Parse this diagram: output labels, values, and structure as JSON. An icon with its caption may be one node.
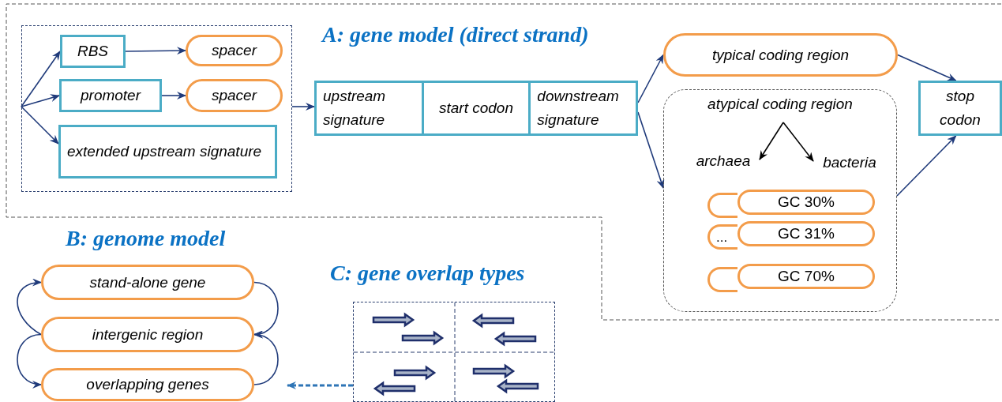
{
  "diagram": {
    "nodes": [
      {
        "text": [],
        "shape": "box"
      },
      {
        "text": [
          "RBS"
        ],
        "in": 0
      },
      {
        "text": [
          "spacer"
        ],
        "in": 0
      },
      {
        "text": [
          "promoter"
        ],
        "in": 0
      },
      {
        "text": [
          "spacer"
        ],
        "in": 0
      },
      {
        "text": [
          "extended upstream signature"
        ],
        "in": 0
      },
      {
        "text": [
          "upstream signature",
          "start codon",
          "downstream signature"
        ]
      },
      {
        "text": [
          "typical coding region"
        ]
      },
      {
        "text": [
          "atypical coding region"
        ]
      },
      {
        "text": [
          "archaea"
        ],
        "in": 8
      },
      {
        "text": [
          "bacteria"
        ],
        "in": 8
      },
      {
        "text": [],
        "shape": "box",
        "in": 8
      },
      {
        "text": [
          "GC 30%"
        ],
        "in": 8
      },
      {
        "text": [
          "..."
        ],
        "in": 8
      },
      {
        "text": [
          "GC 31%"
        ],
        "in": 8
      },
      {
        "text": [],
        "shape": "box",
        "in": 8
      },
      {
        "text": [
          "GC 70%"
        ],
        "in": 8
      },
      {
        "text": [
          "stop codon"
        ]
      },
      {
        "text": [
          "stand-alone gene"
        ]
      },
      {
        "text": [
          "intergenic region"
        ]
      },
      {
        "text": [
          "overlapping genes"
        ]
      },
      {
        "text": [],
        "shape": "box",
        "beside": [
          "C: gene overlap types"
        ]
      }
    ],
    "edges": [
      {
        "from": 0,
        "to": 1,
        "arrow": "to"
      },
      {
        "from": 0,
        "to": 3,
        "arrow": "to"
      },
      {
        "from": 0,
        "to": 5,
        "arrow": "to"
      },
      {
        "from": 1,
        "to": 2,
        "arrow": "to"
      },
      {
        "from": 3,
        "to": 4,
        "arrow": "to"
      },
      {
        "from": 0,
        "to": 6,
        "arrow": "to"
      },
      {
        "from": 6,
        "to": 7,
        "arrow": "to"
      },
      {
        "from": 6,
        "to": 8,
        "arrow": "to"
      },
      {
        "from": 7,
        "to": 17,
        "arrow": "to"
      },
      {
        "from": 8,
        "to": 17,
        "arrow": "to"
      },
      {
        "from": 8,
        "to": 9,
        "arrow": "to",
        "color": "#000000"
      },
      {
        "from": 8,
        "to": 10,
        "arrow": "to",
        "color": "#000000"
      },
      {
        "from": 19,
        "to": 18,
        "arrow": "to"
      },
      {
        "from": 18,
        "to": 19,
        "arrow": "to"
      },
      {
        "from": 19,
        "to": 20,
        "arrow": "to"
      },
      {
        "from": 20,
        "to": 19,
        "arrow": "to"
      },
      {
        "from": 21,
        "to": 20,
        "arrow": "to",
        "style": "dashed",
        "color": "#2e75b6"
      }
    ],
    "labels": [
      "A: gene model (direct strand)",
      "B: genome model"
    ]
  }
}
